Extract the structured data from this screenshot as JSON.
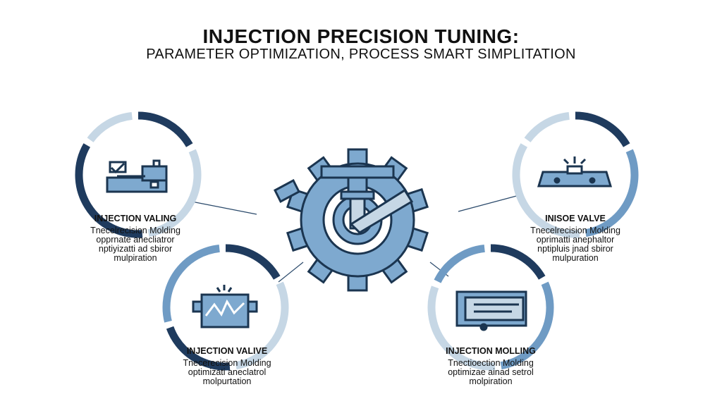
{
  "title": "INJECTION PRECISION TUNING:",
  "subtitle": "PARAMETER OPTIMIZATION, PROCESS SMART SIMPLITATION",
  "colors": {
    "dark": "#1f3b5e",
    "mid": "#6f9bc4",
    "light": "#c6d7e5",
    "fill": "#7ea9cf",
    "stroke": "#1b3550"
  },
  "nodes": [
    {
      "title": "INJECTION VALING",
      "lines": [
        "Tnecelrecision Molding",
        "opprnate anecliatror",
        "nptiyizatti ad sbiror",
        "mulpiration"
      ],
      "icon": "machine-icon"
    },
    {
      "title": "INISOE VALVE",
      "lines": [
        "Tnecelrecision Molding",
        "oprimatti anephaltor",
        "nptipluis jnad sbiror",
        "mulpuration"
      ],
      "icon": "valve-icon"
    },
    {
      "title": "INJECTION VALIVE",
      "lines": [
        "Tnecerecision Molding",
        "optimizati aneclatrol",
        "molpurtation"
      ],
      "icon": "waveform-icon"
    },
    {
      "title": "INJECTION MOLLING",
      "lines": [
        "Tnectioection Molding",
        "optimizae ainad setrol",
        "molpiration"
      ],
      "icon": "mold-icon"
    }
  ],
  "center_icon": "gear-nozzle-icon"
}
